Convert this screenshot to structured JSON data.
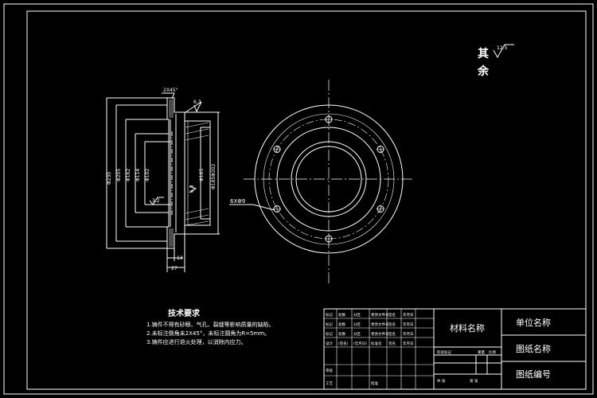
{
  "roughness": {
    "label_line1": "其",
    "label_line2": "余",
    "value": "12.5"
  },
  "section_view": {
    "chamfer": "2X45°",
    "top_roughness": "6.3",
    "dims_left": [
      "Φ230",
      "Φ205",
      "Φ162",
      "Φ114",
      "Φ102"
    ],
    "dims_right": [
      "Φ165",
      "Φ185Φ202"
    ],
    "inner_roughness_left": "3.2",
    "inner_roughness_right": "6.3",
    "bottom_dim_small": "13",
    "bottom_dim_width": "27"
  },
  "front_view": {
    "hole_callout": "6XΦ9"
  },
  "tech_requirements": {
    "title": "技术要求",
    "items": [
      "1.铸件不得有砂眼、气孔、裂缝等影响质量的缺陷。",
      "2.未标注倒角未2X45°，未标注圆角为R=5mm。",
      "3.铸件应进行退火处理，以消除内应力。"
    ]
  },
  "title_block": {
    "material": "材料名称",
    "unit_name": "单位名称",
    "drawing_name": "图纸名称",
    "drawing_number": "图纸编号",
    "rows_left": [
      [
        "标记",
        "处数",
        "分区",
        "更改文件号",
        "签名",
        "年月日"
      ],
      [
        "标记",
        "处数",
        "分区",
        "更改文件号",
        "签名",
        "年月日"
      ],
      [
        "标记",
        "处数",
        "分区",
        "更改文件号",
        "签名",
        "年月日"
      ],
      [
        "设计",
        "(签名)",
        "(年月日)",
        "标准化",
        "签名",
        "年月日"
      ],
      [
        "审核",
        "",
        "",
        "",
        "",
        ""
      ],
      [
        "工艺",
        "",
        "",
        "批准",
        "",
        ""
      ]
    ],
    "stage_labels": [
      "阶段标记",
      "重量",
      "比例"
    ],
    "sheet_labels": [
      "共 张",
      "第 张"
    ]
  }
}
